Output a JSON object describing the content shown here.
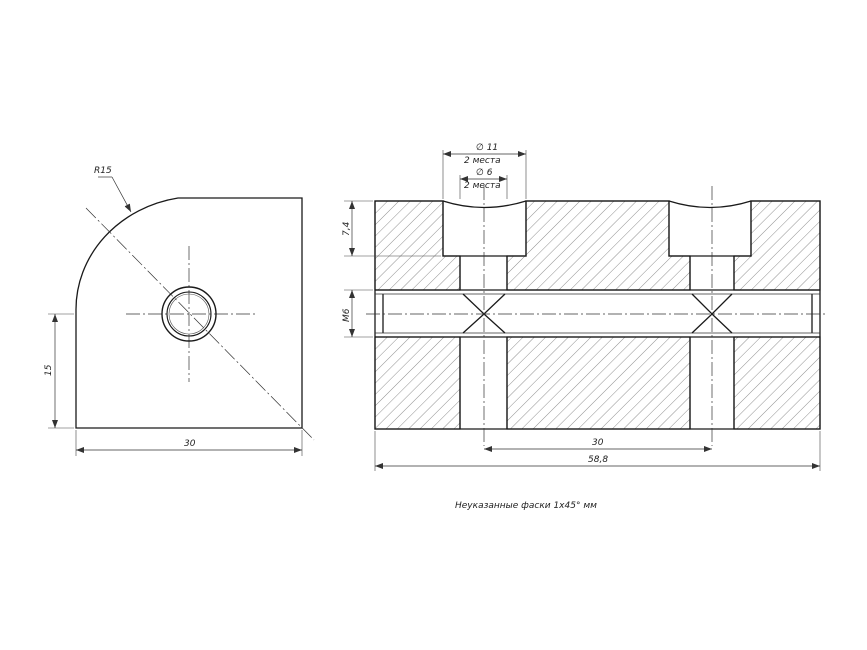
{
  "front_view": {
    "radius_label": "R15",
    "height_label": "15",
    "width_label": "30"
  },
  "section_view": {
    "counterbore_dia_label": "∅ 11",
    "counterbore_qty_label": "2 места",
    "hole_dia_label": "∅ 6",
    "hole_qty_label": "2 места",
    "counterbore_depth_label": "7,4",
    "thread_label": "M6",
    "hole_spacing_label": "30",
    "overall_length_label": "58,8"
  },
  "note": "Неуказанные фаски 1x45° мм"
}
